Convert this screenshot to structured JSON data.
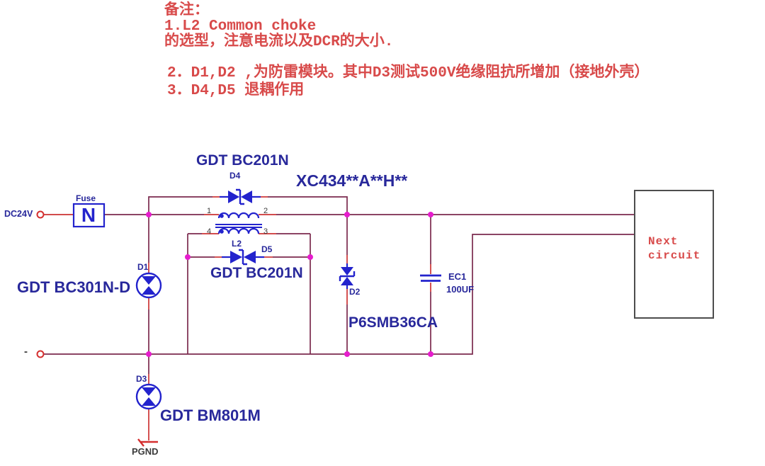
{
  "notes": {
    "title": "备注：",
    "lines": [
      "1.L2 Common choke",
      "的选型，注意电流以及DCR的大小.",
      "2．D1,D2 ,为防雷模块。其中D3测试500V绝缘阻抗所增加（接地外壳）",
      "3．D4,D5 退耦作用"
    ]
  },
  "components": {
    "input_label": "DC24V",
    "negative_label": "-",
    "fuse_label": "Fuse",
    "fuse_symbol": "N",
    "choke": {
      "ref": "L2",
      "pin1": "1",
      "pin2": "2",
      "pin3": "3",
      "pin4": "4"
    },
    "d1": {
      "ref": "D1",
      "part": "GDT BC301N-D"
    },
    "d2": {
      "ref": "D2",
      "part": "P6SMB36CA"
    },
    "d3": {
      "ref": "D3",
      "part": "GDT BM801M"
    },
    "d4": {
      "ref": "D4",
      "part": "GDT BC201N"
    },
    "d5": {
      "ref": "D5",
      "part": "GDT BC201N"
    },
    "module_part": "XC434**A**H**",
    "cap": {
      "ref": "EC1",
      "value": "100UF"
    },
    "ground_label": "PGND"
  },
  "next_box": {
    "line1": "Next",
    "line2": "circuit"
  },
  "colors": {
    "wire": "#7b2a4e",
    "pin_lead": "#cc3333",
    "component_blue": "#2323cd",
    "label_navy": "#28289b",
    "note_red": "#d84a4a",
    "junction_dot": "#e61ccd",
    "box_border": "#4d4d4d"
  }
}
